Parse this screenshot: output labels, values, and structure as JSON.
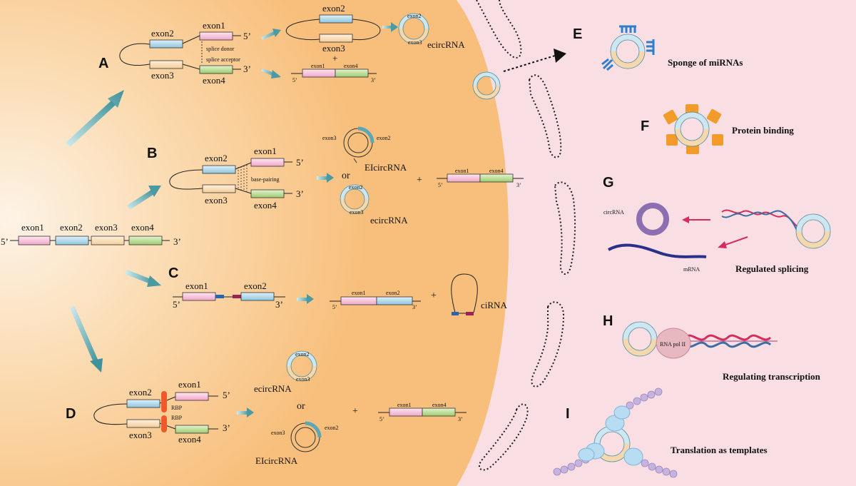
{
  "panels": {
    "A": "A",
    "B": "B",
    "C": "C",
    "D": "D",
    "E": "E",
    "F": "F",
    "G": "G",
    "H": "H",
    "I": "I"
  },
  "labels": {
    "exon1": "exon1",
    "exon2": "exon2",
    "exon3": "exon3",
    "exon4": "exon4",
    "prime5": "5’",
    "prime3": "3’",
    "splice_donor": "splice donor",
    "splice_acceptor": "splice acceptor",
    "base_pairing": "base-pairing",
    "rbp": "RBP",
    "or": "or",
    "plus": "+",
    "ecircrna": "ecircRNA",
    "eicircrna": "EIcircRNA",
    "cirna": "ciRNA",
    "circrna_small": "circRNA",
    "mrna_small": "mRNA",
    "rna_pol_ii": "RNA pol II"
  },
  "functions": {
    "e": "Sponge of miRNAs",
    "f": "Protein binding",
    "g": "Regulated splicing",
    "h": "Regulating transcription",
    "i": "Translation as templates"
  },
  "colors": {
    "exon1": "#f4bcd6",
    "exon2": "#a9d4e6",
    "exon3": "#f9dbb3",
    "exon4": "#aed588",
    "panel_bg": "#f9dfe3",
    "cell": "#f8c88c",
    "arrow": "#4e9ea6",
    "rbp": "#ee5a2a",
    "mirna": "#2d7fcc",
    "protein": "#f29b2a",
    "splice_arrow": "#d62b5c",
    "ribosome": "#b8dcf2",
    "peptide": "#c6b4df"
  }
}
